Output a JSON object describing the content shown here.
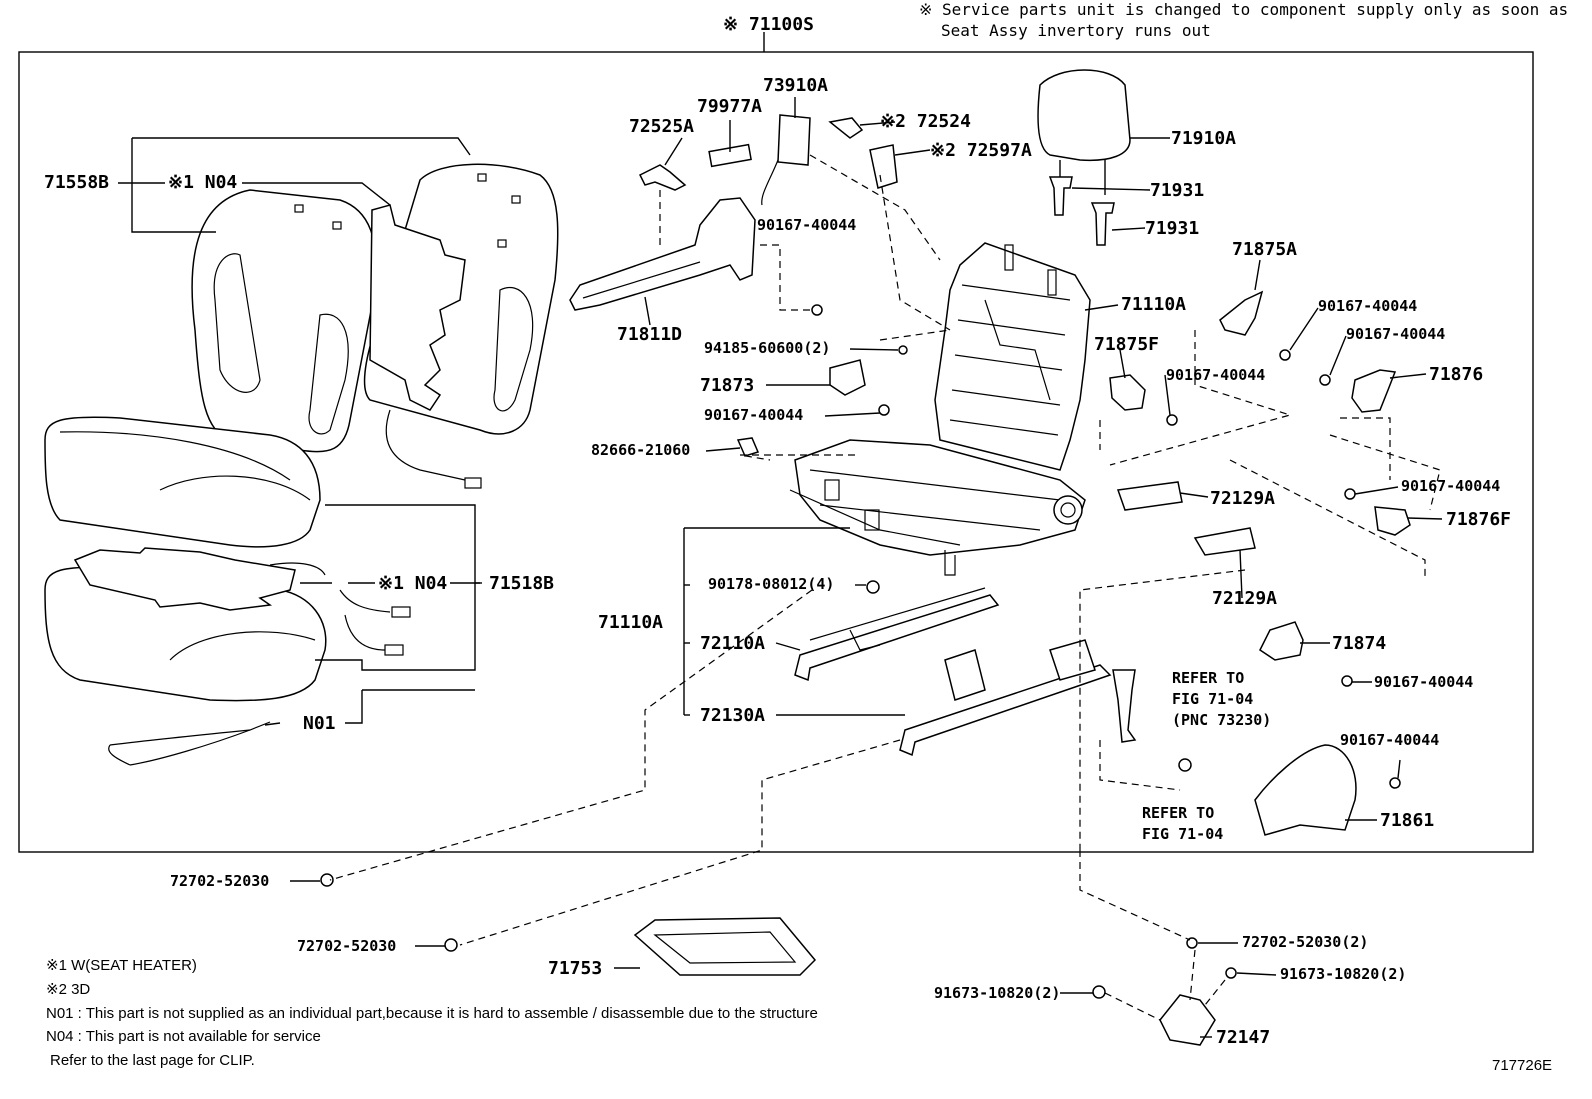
{
  "header": {
    "assembly_label": "※ 71100S",
    "note_line1": "※ Service parts unit is changed to component supply only as soon as",
    "note_line2": "Seat Assy invertory runs out"
  },
  "labels": {
    "p71558B": "71558B",
    "n04_upper": "※1 N04",
    "p72525A": "72525A",
    "p79977A": "79977A",
    "p73910A": "73910A",
    "p72524": "※2 72524",
    "p72597A": "※2 72597A",
    "p71910A": "71910A",
    "p71931a": "71931",
    "p71931b": "71931",
    "p90167_a": "90167-40044",
    "p71811D": "71811D",
    "p71110A_top": "71110A",
    "p71875A": "71875A",
    "p90167_b": "90167-40044",
    "p90167_c": "90167-40044",
    "p94185": "94185-60600(2)",
    "p71875F": "71875F",
    "p71876": "71876",
    "p71873": "71873",
    "p90167_d": "90167-40044",
    "p90167_e": "90167-40044",
    "p82666": "82666-21060",
    "p90167_f": "90167-40044",
    "p72129A_a": "72129A",
    "p71876F": "71876F",
    "n04_lower": "※1 N04",
    "p71518B": "71518B",
    "p90178": "90178-08012(4)",
    "p72129A_b": "72129A",
    "p71110A_main": "71110A",
    "p72110A": "72110A",
    "p71874": "71874",
    "p90167_g": "90167-40044",
    "refer1": "REFER TO",
    "refer1b": "FIG 71-04",
    "refer1c": "(PNC 73230)",
    "p72130A": "72130A",
    "n01": "N01",
    "p90167_h": "90167-40044",
    "refer2": "REFER TO",
    "refer2b": "FIG 71-04",
    "p71861": "71861",
    "p72702_a": "72702-52030",
    "p72702_b": "72702-52030",
    "p71753": "71753",
    "p72702_c": "72702-52030(2)",
    "p91673_a": "91673-10820(2)",
    "p91673_b": "91673-10820(2)",
    "p72147": "72147"
  },
  "legend": {
    "line1": "※1  W(SEAT HEATER)",
    "line2": "※2  3D",
    "line3": "N01 : This part is not supplied as an individual part,because it is hard to assemble / disassemble due to the structure",
    "line4": "N04 : This part is not available for service",
    "line5": "Refer to the last page for CLIP."
  },
  "figure_id": "717726E"
}
